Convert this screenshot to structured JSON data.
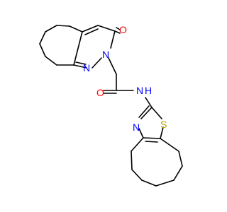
{
  "molecule": {
    "atoms": {
      "carbonyl_oxygen_ring": {
        "symbol": "O",
        "color": "#ff0000"
      },
      "ring_n_alkyl": {
        "symbol": "N",
        "color": "#0000ff"
      },
      "ring_n": {
        "symbol": "N",
        "color": "#0000ff"
      },
      "amide_oxygen": {
        "symbol": "O",
        "color": "#ff0000"
      },
      "amide_nh": {
        "symbol": "N",
        "color": "#0000ff"
      },
      "amide_h": {
        "symbol": "H",
        "color": "#0000ff"
      },
      "thiazole_n": {
        "symbol": "N",
        "color": "#0000ff"
      },
      "thiazole_s": {
        "symbol": "S",
        "color": "#b8a000"
      }
    }
  }
}
